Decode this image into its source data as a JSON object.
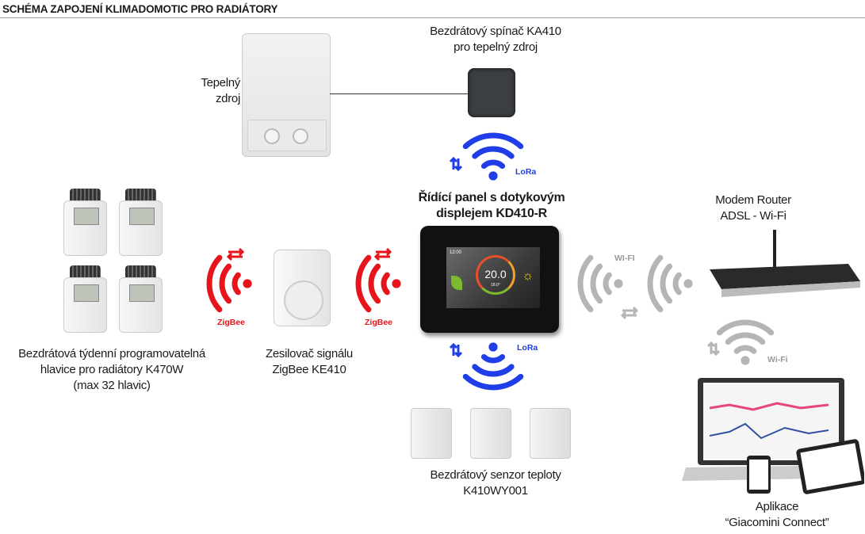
{
  "title": "SCHÉMA ZAPOJENÍ KLIMADOMOTIC PRO RADIÁTORY",
  "colors": {
    "lora": "#1f3ee8",
    "zigbee": "#e8141b",
    "wifi": "#b5b5b5"
  },
  "boiler": {
    "label_line1": "Tepelný",
    "label_line2": "zdroj"
  },
  "switch": {
    "label_line1": "Bezdrátový spínač KA410",
    "label_line2": "pro tepelný zdroj"
  },
  "control_panel": {
    "label_line1": "Řídící panel s dotykovým",
    "label_line2": "displejem KD410-R",
    "screen_temp": "20.0",
    "screen_set": "18.0°",
    "screen_time": "12:00"
  },
  "heads": {
    "label_line1": "Bezdrátová týdenní programovatelná",
    "label_line2": "hlavice pro radiátory K470W",
    "label_line3": "(max 32 hlavic)"
  },
  "repeater": {
    "label_line1": "Zesilovač signálu",
    "label_line2": "ZigBee KE410"
  },
  "sensors": {
    "label_line1": "Bezdrátový senzor teploty",
    "label_line2": "K410WY001"
  },
  "router": {
    "label_line1": "Modem Router",
    "label_line2": "ADSL - Wi-Fi"
  },
  "app": {
    "label_line1": "Aplikace",
    "label_line2": "“Giacomini Connect”"
  },
  "tags": {
    "lora_top": "LoRa",
    "lora_bottom": "LoRa",
    "zigbee_left": "ZigBee",
    "zigbee_right": "ZigBee",
    "wifi_panel": "WI-FI",
    "wifi_app": "Wi-Fi"
  }
}
